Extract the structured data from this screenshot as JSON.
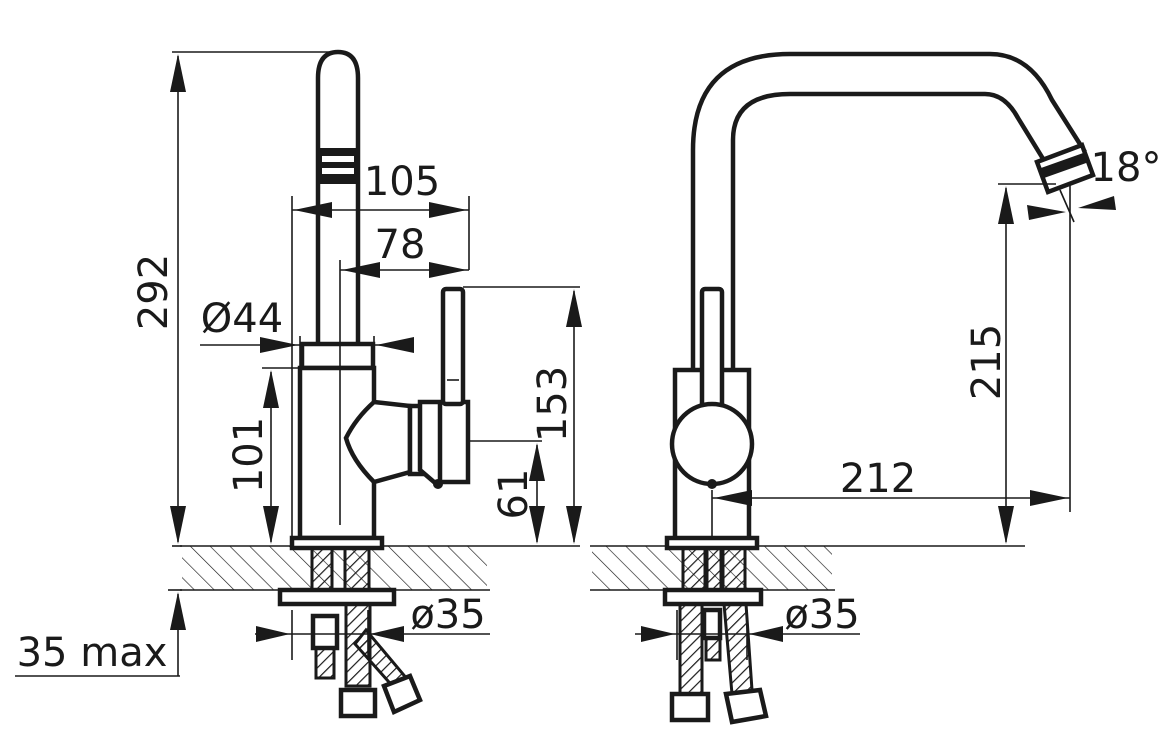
{
  "drawing": {
    "side_view": {
      "height_total": "292",
      "reach_outer": "105",
      "reach_inner": "78",
      "base_diameter": "Ø44",
      "body_height": "101",
      "lever_top": "153",
      "lever_bottom": "61",
      "deck_max": "35 max",
      "hole_diameter": "ø35"
    },
    "front_view": {
      "spout_angle": "18°",
      "spout_height": "215",
      "spout_reach": "212",
      "hole_diameter": "ø35"
    }
  },
  "colors": {
    "line": "#1a1a1a",
    "background": "#ffffff"
  }
}
